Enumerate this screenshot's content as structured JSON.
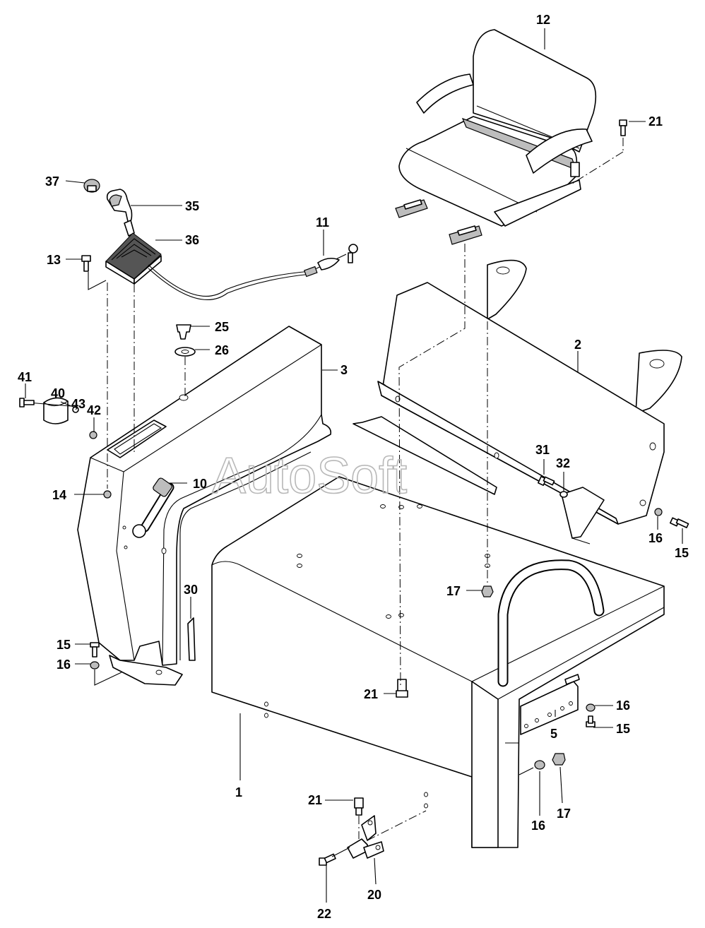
{
  "watermark": "AutoSoft",
  "callouts": {
    "c1": "1",
    "c2": "2",
    "c3": "3",
    "c5": "5",
    "c10": "10",
    "c11": "11",
    "c12": "12",
    "c13": "13",
    "c14": "14",
    "c15a": "15",
    "c15b": "15",
    "c15c": "15",
    "c16a": "16",
    "c16b": "16",
    "c16c": "16",
    "c16d": "16",
    "c17a": "17",
    "c17b": "17",
    "c20": "20",
    "c21a": "21",
    "c21b": "21",
    "c21c": "21",
    "c22": "22",
    "c25": "25",
    "c26": "26",
    "c30": "30",
    "c31": "31",
    "c32": "32",
    "c35": "35",
    "c36": "36",
    "c37": "37",
    "c40": "40",
    "c41": "41",
    "c42": "42",
    "c43": "43"
  }
}
